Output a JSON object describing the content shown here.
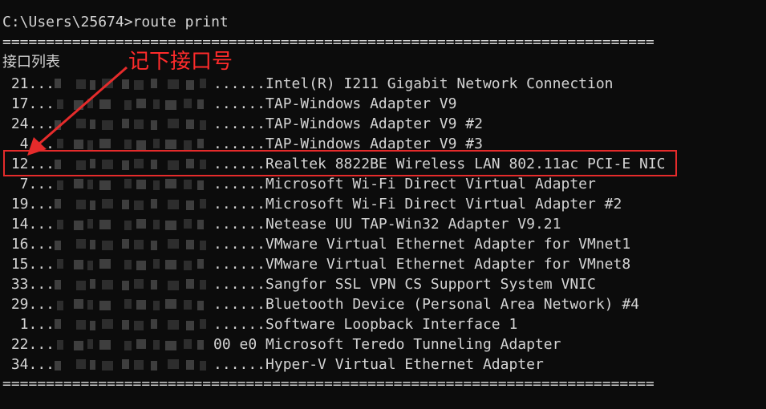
{
  "prompt": "C:\\Users\\25674>route print",
  "separator": "===========================================================================",
  "interface_list_title": "接口列表",
  "annotation": "记下接口号",
  "interfaces": [
    {
      "index": " 21...",
      "desc": "......Intel(R) I211 Gigabit Network Connection"
    },
    {
      "index": " 17...",
      "desc": "......TAP-Windows Adapter V9"
    },
    {
      "index": " 24...",
      "desc": "......TAP-Windows Adapter V9 #2"
    },
    {
      "index": "  4...",
      "desc": "......TAP-Windows Adapter V9 #3"
    },
    {
      "index": " 12...",
      "desc": "......Realtek 8822BE Wireless LAN 802.11ac PCI-E NIC"
    },
    {
      "index": "  7...",
      "desc": "......Microsoft Wi-Fi Direct Virtual Adapter"
    },
    {
      "index": " 19...",
      "desc": "......Microsoft Wi-Fi Direct Virtual Adapter #2"
    },
    {
      "index": " 14...",
      "desc": "......Netease UU TAP-Win32 Adapter V9.21"
    },
    {
      "index": " 16...",
      "desc": "......VMware Virtual Ethernet Adapter for VMnet1"
    },
    {
      "index": " 15...",
      "desc": "......VMware Virtual Ethernet Adapter for VMnet8"
    },
    {
      "index": " 33...",
      "desc": "......Sangfor SSL VPN CS Support System VNIC"
    },
    {
      "index": " 29...",
      "desc": "......Bluetooth Device (Personal Area Network) #4"
    },
    {
      "index": "  1...",
      "desc": "......Software Loopback Interface 1"
    },
    {
      "index": " 22...",
      "desc": "00 e0 Microsoft Teredo Tunneling Adapter"
    },
    {
      "index": " 34...",
      "desc": "......Hyper-V Virtual Ethernet Adapter"
    }
  ],
  "colors": {
    "background": "#0c0c0c",
    "text": "#d4d4d4",
    "annotation": "#ff2b2b"
  }
}
